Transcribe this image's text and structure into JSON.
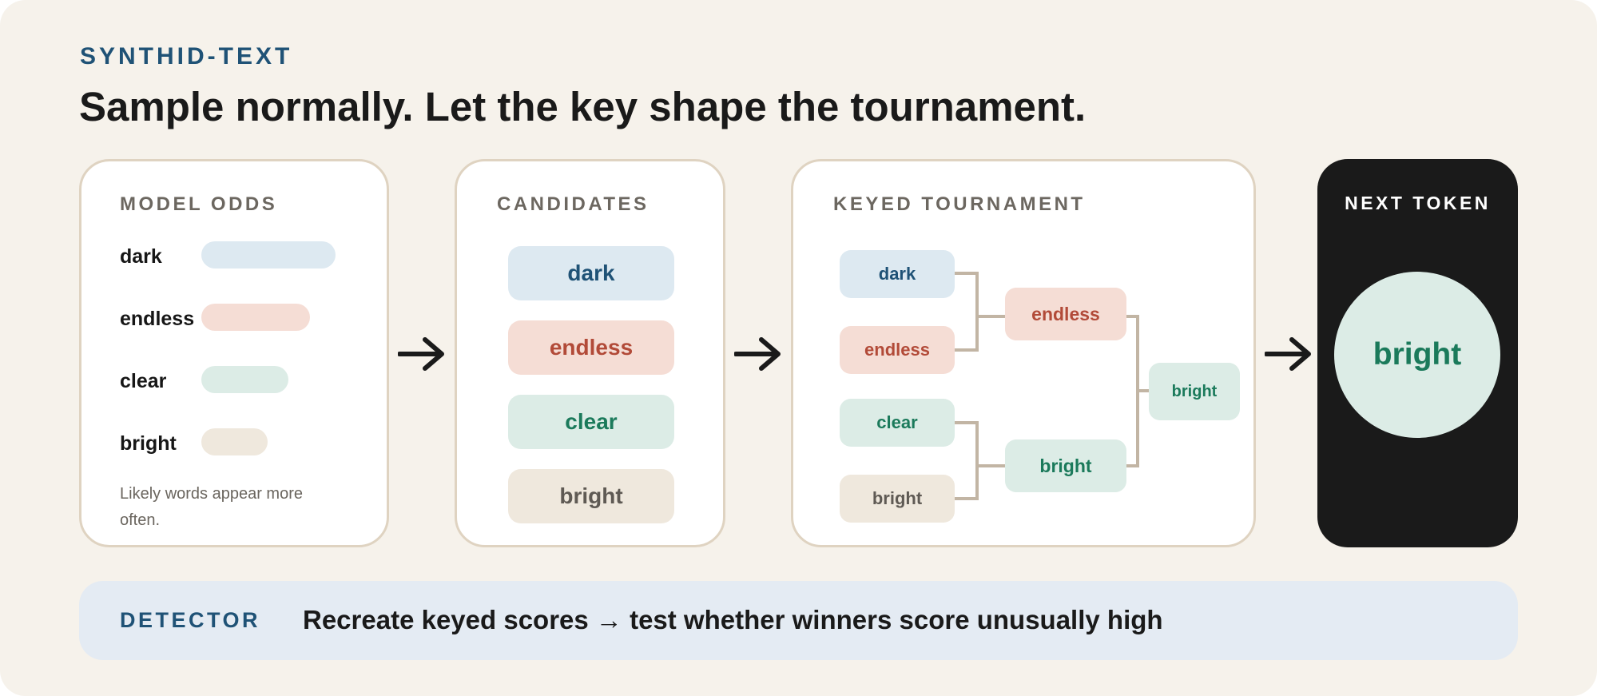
{
  "eyebrow": "SYNTHID-TEXT",
  "headline": "Sample normally. Let the key shape the tournament.",
  "model_odds": {
    "title": "MODEL ODDS",
    "items": [
      {
        "label": "dark",
        "relative_odds": 1.0
      },
      {
        "label": "endless",
        "relative_odds": 0.81
      },
      {
        "label": "clear",
        "relative_odds": 0.65
      },
      {
        "label": "bright",
        "relative_odds": 0.5
      }
    ],
    "note": "Likely words appear more often."
  },
  "candidates": {
    "title": "CANDIDATES",
    "items": [
      "dark",
      "endless",
      "clear",
      "bright"
    ]
  },
  "tournament": {
    "title": "KEYED TOURNAMENT",
    "round1": [
      "dark",
      "endless",
      "clear",
      "bright"
    ],
    "round2": [
      "endless",
      "bright"
    ],
    "winner": "bright"
  },
  "next_token": {
    "title": "NEXT TOKEN",
    "value": "bright"
  },
  "detector": {
    "label": "DETECTOR",
    "text": "Recreate keyed scores → test whether winners score unusually high"
  },
  "colors": {
    "background": "#f6f2eb",
    "accent_blue": "#1f5276",
    "dark_fill": "#dde9f1",
    "endless_fill": "#f5ddd5",
    "endless_text": "#b24a38",
    "clear_fill": "#dcece6",
    "clear_text": "#1b7a5b",
    "bright_fill": "#efe8dd",
    "connector": "#c2b5a4",
    "next_panel": "#1a1a1a",
    "detector_bg": "#e4ebf3"
  },
  "icons": {
    "flow_arrow": "arrow-right-icon"
  }
}
